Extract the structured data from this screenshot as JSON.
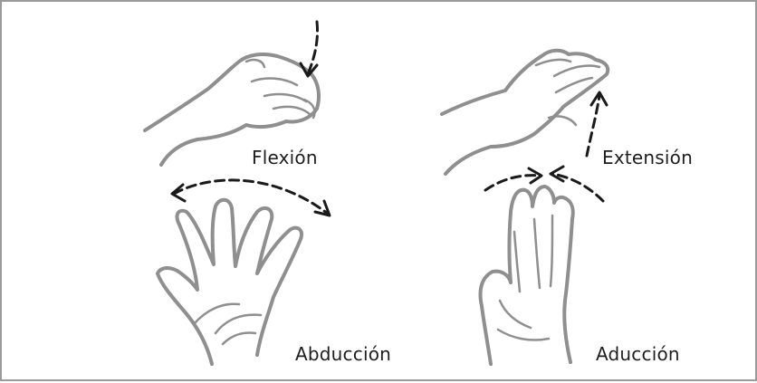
{
  "labels": {
    "flexion": "Flexión",
    "extension": "Extensión",
    "abduction": "Abducción",
    "adduction": "Aducción"
  },
  "colors": {
    "hand_outline": "#8f8f8f",
    "arrow": "#1a1a1a",
    "frame_border": "#9a9a9a",
    "background": "#ffffff"
  }
}
